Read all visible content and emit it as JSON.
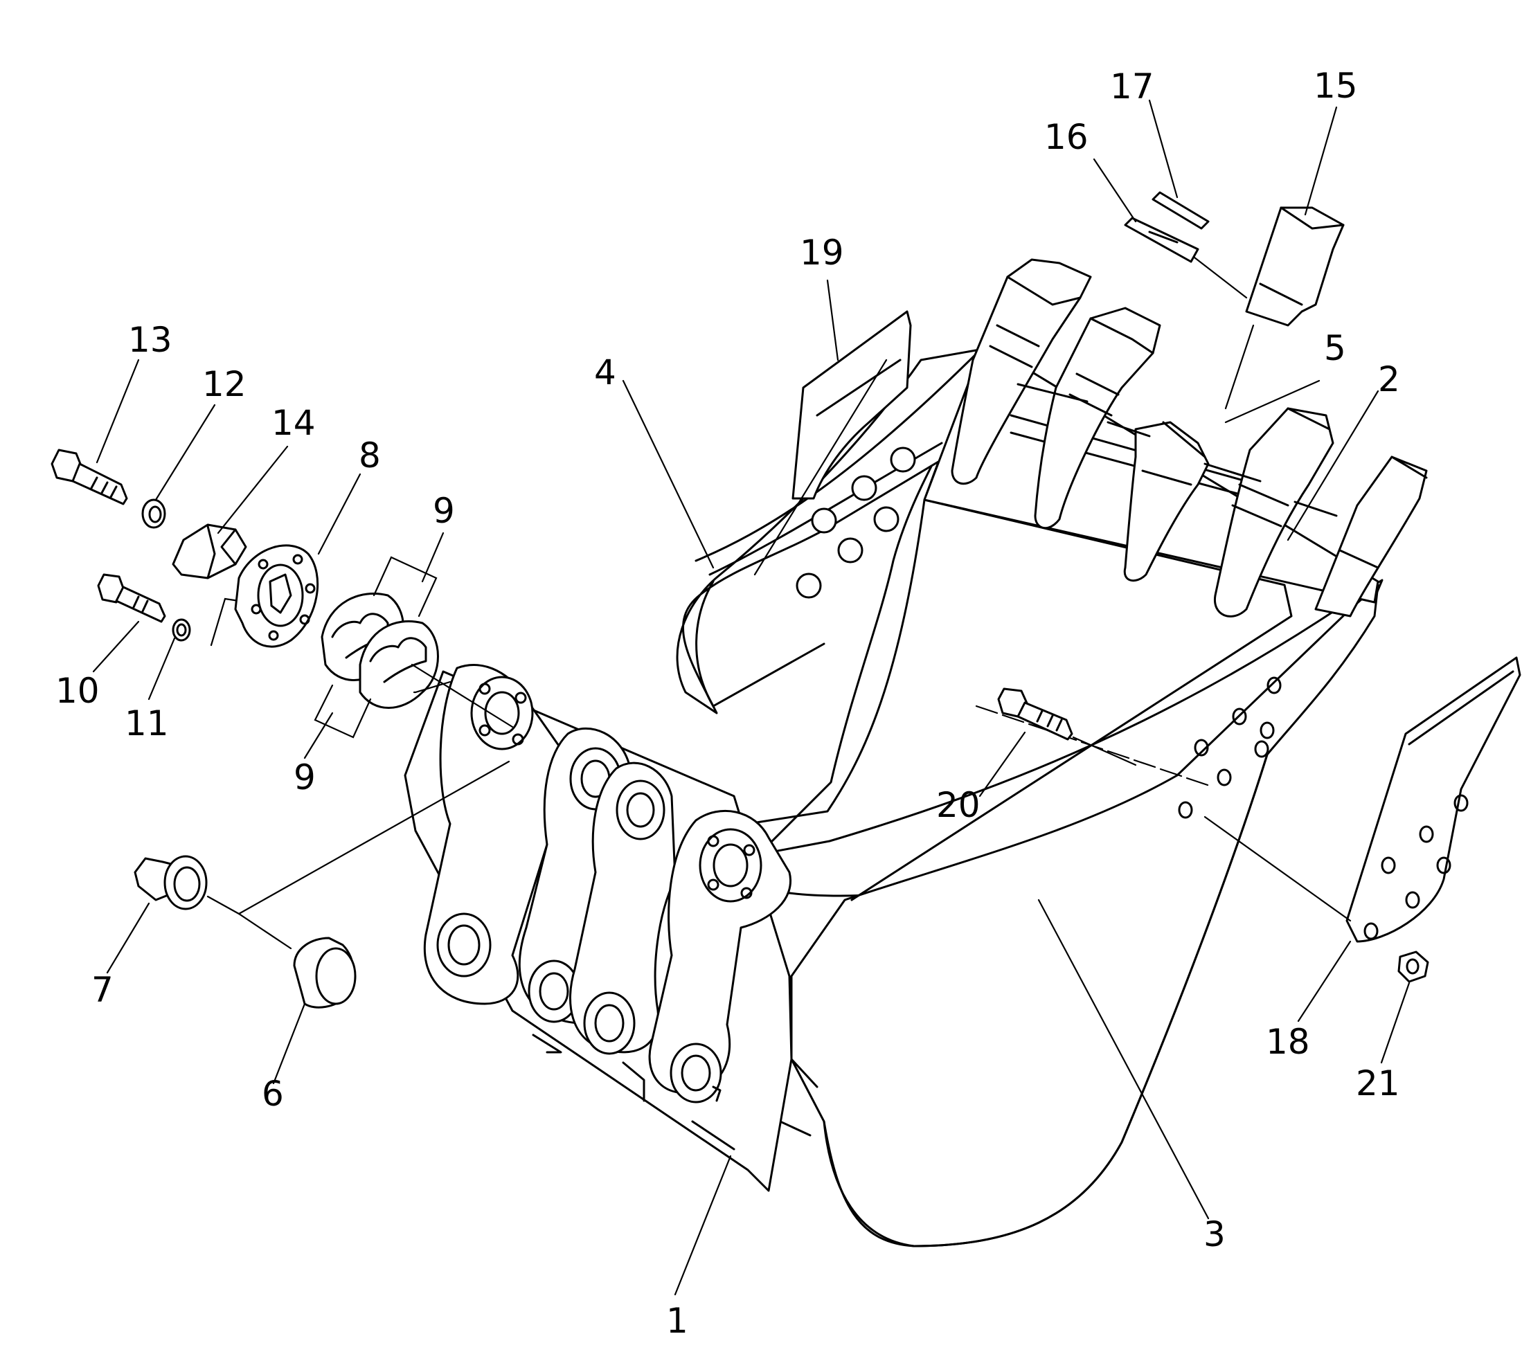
{
  "callouts": [
    {
      "id": "c1",
      "text": "1"
    },
    {
      "id": "c2",
      "text": "2"
    },
    {
      "id": "c3",
      "text": "3"
    },
    {
      "id": "c4",
      "text": "4"
    },
    {
      "id": "c5",
      "text": "5"
    },
    {
      "id": "c6",
      "text": "6"
    },
    {
      "id": "c7",
      "text": "7"
    },
    {
      "id": "c8",
      "text": "8"
    },
    {
      "id": "c9a",
      "text": "9"
    },
    {
      "id": "c9b",
      "text": "9"
    },
    {
      "id": "c10",
      "text": "10"
    },
    {
      "id": "c11",
      "text": "11"
    },
    {
      "id": "c12",
      "text": "12"
    },
    {
      "id": "c13",
      "text": "13"
    },
    {
      "id": "c14",
      "text": "14"
    },
    {
      "id": "c15",
      "text": "15"
    },
    {
      "id": "c16",
      "text": "16"
    },
    {
      "id": "c17",
      "text": "17"
    },
    {
      "id": "c18",
      "text": "18"
    },
    {
      "id": "c19",
      "text": "19"
    },
    {
      "id": "c20",
      "text": "20"
    },
    {
      "id": "c21",
      "text": "21"
    }
  ]
}
